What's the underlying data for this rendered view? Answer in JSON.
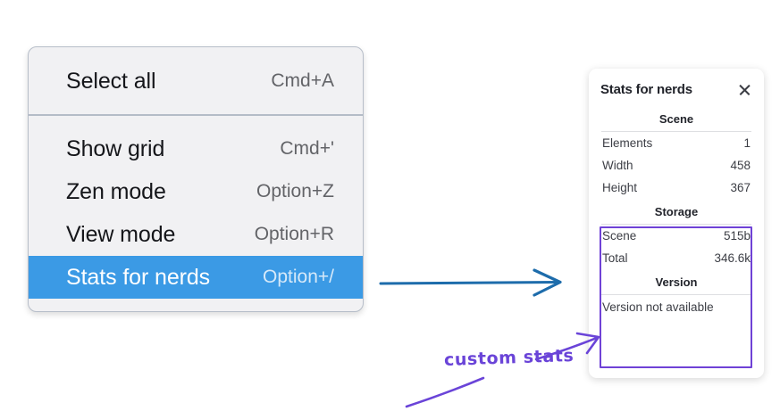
{
  "menu": {
    "groups": [
      {
        "items": [
          {
            "label": "Select all",
            "shortcut": "Cmd+A",
            "selected": false
          }
        ]
      },
      {
        "items": [
          {
            "label": "Show grid",
            "shortcut": "Cmd+'",
            "selected": false
          },
          {
            "label": "Zen mode",
            "shortcut": "Option+Z",
            "selected": false
          },
          {
            "label": "View mode",
            "shortcut": "Option+R",
            "selected": false
          },
          {
            "label": "Stats for nerds",
            "shortcut": "Option+/",
            "selected": true
          }
        ]
      }
    ],
    "items": [
      {
        "label": "Select all",
        "shortcut": "Cmd+A"
      },
      {
        "label": "Show grid",
        "shortcut": "Cmd+'"
      },
      {
        "label": "Zen mode",
        "shortcut": "Option+Z"
      },
      {
        "label": "View mode",
        "shortcut": "Option+R"
      },
      {
        "label": "Stats for nerds",
        "shortcut": "Option+/"
      }
    ],
    "highlight_color": "#3b9ae5"
  },
  "stats_panel": {
    "title": "Stats for nerds",
    "close_icon": "close-icon",
    "sections": [
      {
        "heading": "Scene",
        "rows": [
          {
            "key": "Elements",
            "value": "1"
          },
          {
            "key": "Width",
            "value": "458"
          },
          {
            "key": "Height",
            "value": "367"
          }
        ]
      },
      {
        "heading": "Storage",
        "rows": [
          {
            "key": "Scene",
            "value": "515b"
          },
          {
            "key": "Total",
            "value": "346.6k"
          }
        ]
      },
      {
        "heading": "Version",
        "note": "Version not available",
        "rows": []
      }
    ]
  },
  "annotations": {
    "custom_stats_label": "custom stats",
    "ink_color": "#6a44d8",
    "arrow_color": "#1d6cab"
  }
}
